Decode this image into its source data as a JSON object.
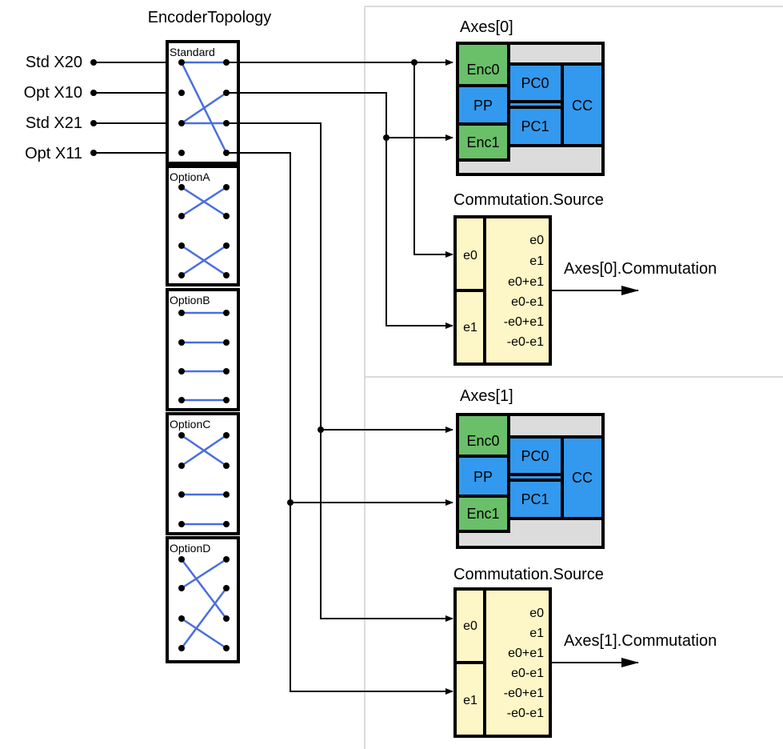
{
  "encoder_topology": {
    "title": "EncoderTopology",
    "inputs": [
      "Std X20",
      "Opt X10",
      "Std X21",
      "Opt X11"
    ],
    "options": [
      "Standard",
      "OptionA",
      "OptionB",
      "OptionC",
      "OptionD"
    ]
  },
  "axes": [
    {
      "title": "Axes[0]",
      "blocks": {
        "enc0": "Enc0",
        "pp": "PP",
        "enc1": "Enc1",
        "pc0": "PC0",
        "pc1": "PC1",
        "cc": "CC"
      },
      "commutation": {
        "title": "Commutation.Source",
        "inputs": [
          "e0",
          "e1"
        ],
        "sources": [
          "e0",
          "e1",
          "e0+e1",
          "e0-e1",
          "-e0+e1",
          "-e0-e1"
        ],
        "output": "Axes[0].Commutation"
      }
    },
    {
      "title": "Axes[1]",
      "blocks": {
        "enc0": "Enc0",
        "pp": "PP",
        "enc1": "Enc1",
        "pc0": "PC0",
        "pc1": "PC1",
        "cc": "CC"
      },
      "commutation": {
        "title": "Commutation.Source",
        "inputs": [
          "e0",
          "e1"
        ],
        "sources": [
          "e0",
          "e1",
          "e0+e1",
          "e0-e1",
          "-e0+e1",
          "-e0-e1"
        ],
        "output": "Axes[1].Commutation"
      }
    }
  ],
  "colors": {
    "encoder_green": "#6abf69",
    "block_blue": "#3399ee",
    "axis_panel_gray": "#dcdcdc",
    "commutation_yellow": "#fdf6c6",
    "crossover_blue": "#4a6ee0"
  }
}
